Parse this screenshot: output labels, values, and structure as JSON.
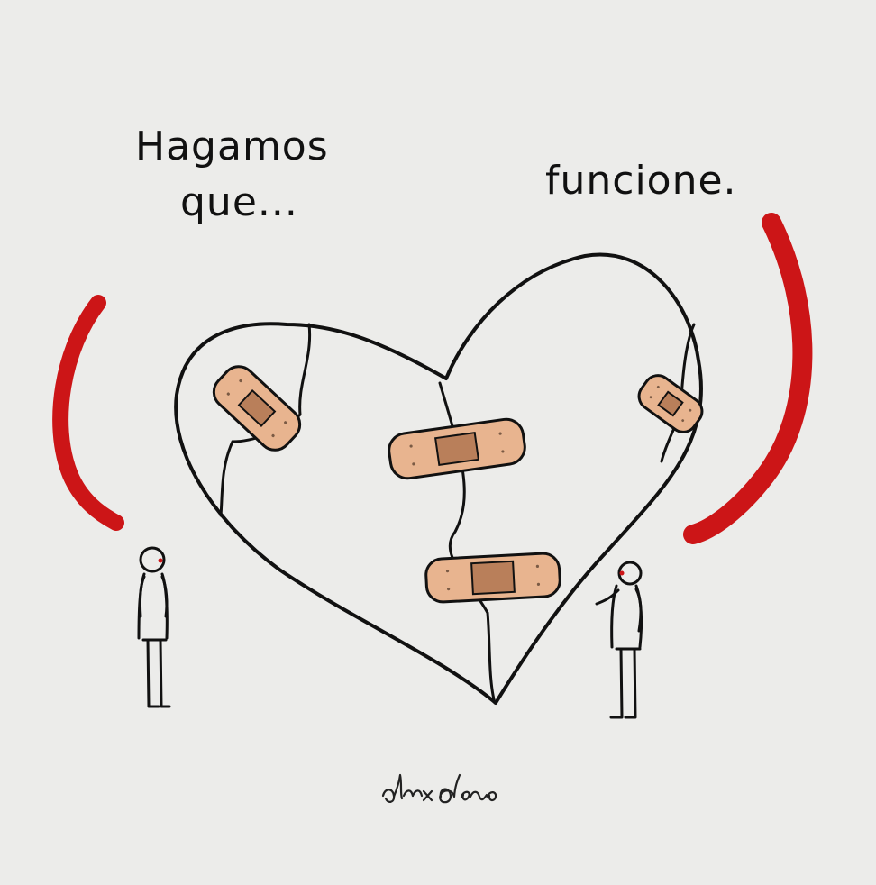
{
  "illustration": {
    "text_left_line1": "Hagamos",
    "text_left_line2": "que...",
    "text_right": "funcione.",
    "signature": "almxdena",
    "colors": {
      "background": "#ececea",
      "ink": "#111111",
      "accent_red": "#cc1517",
      "bandage": "#e8b48f",
      "bandage_pad": "#b97f5a"
    },
    "icons": [
      "left-parenthesis-icon",
      "right-parenthesis-icon",
      "broken-heart-icon",
      "bandage-icon",
      "person-icon"
    ]
  }
}
